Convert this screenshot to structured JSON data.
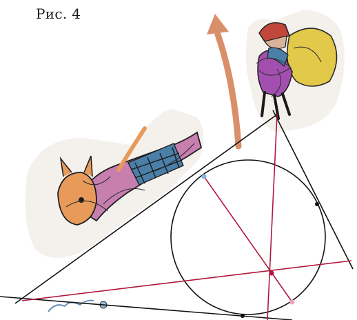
{
  "figure": {
    "caption": "Рис. 4"
  },
  "colors": {
    "construction_line": "#111111",
    "cevian_line": "#b0173d",
    "arrow": "#d98f6a",
    "tangent_point_blue": "#7ab8e0",
    "tangent_point_pink": "#e8a7b8",
    "intersection_point": "#b0173d",
    "cat_fill": "#e89a5a",
    "cat_shirt": "#c77fb0",
    "cat_jacket": "#4a7fa8",
    "carrier_coat": "#a34fb0",
    "carrier_bag": "#e2c94a",
    "carrier_hat": "#c0473a"
  },
  "illustration_subjects": [
    "cat-sliding-down-slope",
    "person-carrying-sack",
    "small-figure-at-bottom"
  ]
}
